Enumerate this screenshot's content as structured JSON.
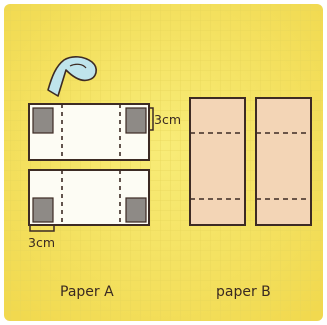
{
  "labels": {
    "dimension_top": "3cm",
    "dimension_bottom": "3cm",
    "paper_a": "Paper A",
    "paper_b": "paper B"
  },
  "colors": {
    "background": "#f6e86a",
    "background_edge": "#f2dc56",
    "grid": "#e9d85e",
    "paper_a_fill": "#fdfcf4",
    "paper_b_fill": "#f3d5b6",
    "outline": "#3d2b24",
    "corner_square": "#8e8a86",
    "tape": "#bfe4ec"
  },
  "icons": [
    "tape-icon"
  ]
}
